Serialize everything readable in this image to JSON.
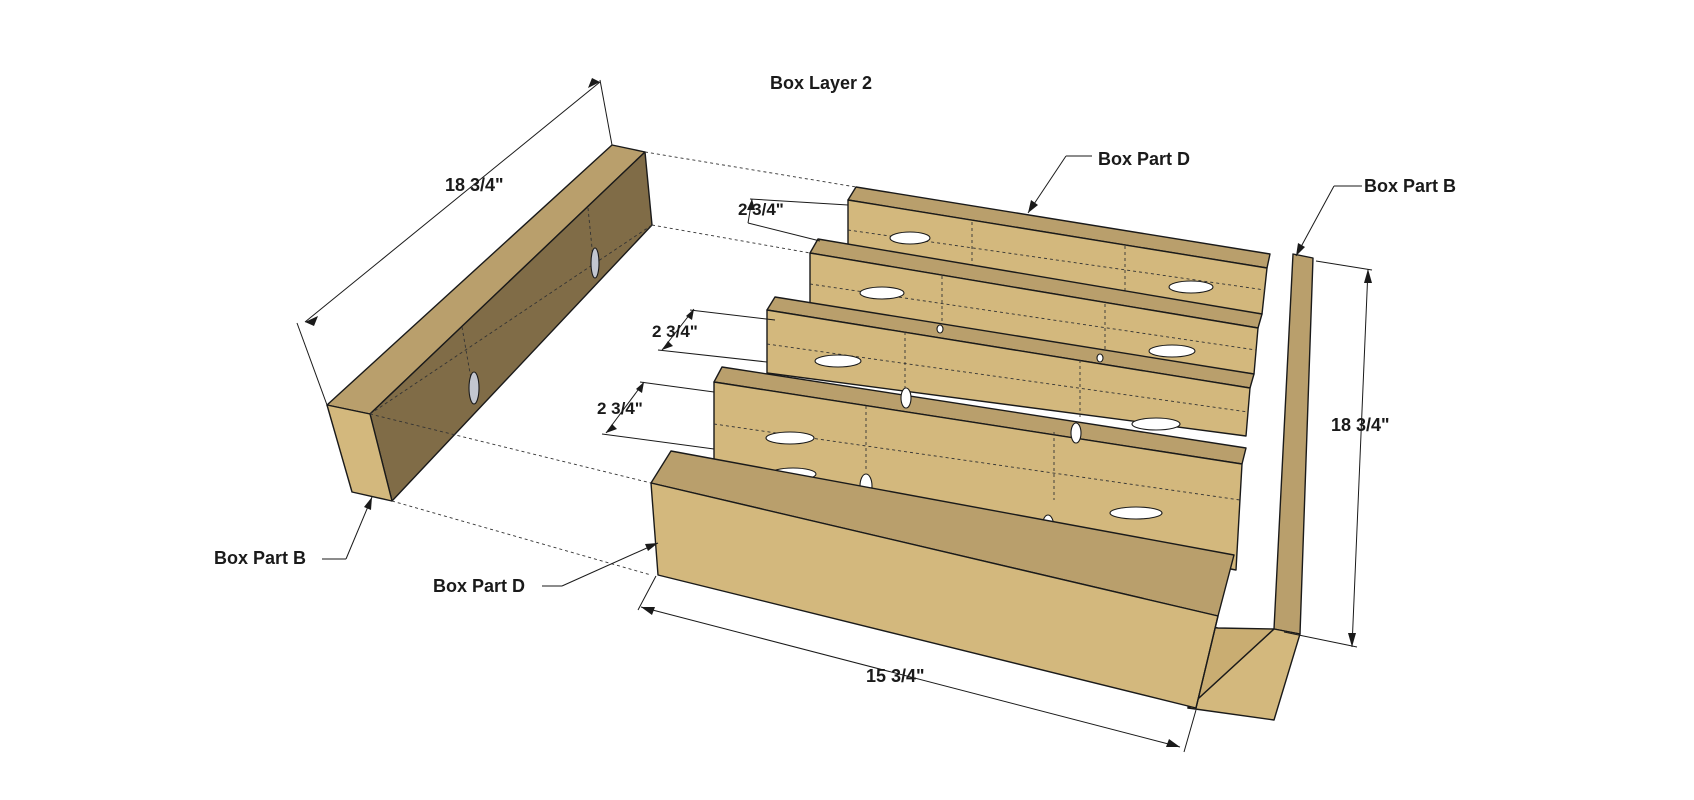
{
  "title": "Box Layer 2",
  "labels": {
    "part_d_top": "Box Part D",
    "part_b_right": "Box Part B",
    "part_b_left": "Box Part B",
    "part_d_bottom": "Box Part D"
  },
  "dimensions": {
    "left_length": "18 3/4\"",
    "right_length": "18 3/4\"",
    "bottom_length": "15 3/4\"",
    "spacing_1": "2 3/4\"",
    "spacing_2": "2 3/4\"",
    "spacing_3": "2 3/4\""
  },
  "colors": {
    "wood_top": "#b99f6c",
    "wood_front": "#d3b87d",
    "wood_dark": "#806c47",
    "line": "#1a1a1a"
  }
}
